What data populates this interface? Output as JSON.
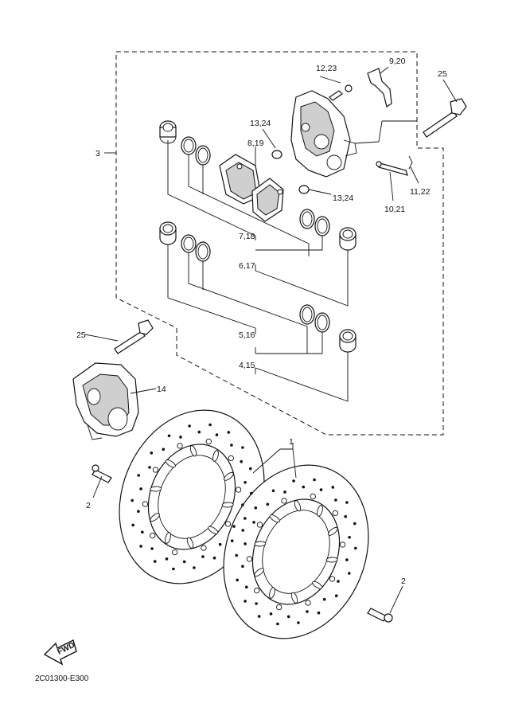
{
  "callouts": {
    "p1": "1",
    "p2a": "2",
    "p2b": "2",
    "p3": "3",
    "p4_15": "4,15",
    "p5_16": "5,16",
    "p6_17": "6,17",
    "p7_18": "7,18",
    "p8_19": "8,19",
    "p9_20": "9,20",
    "p10_21": "10,21",
    "p11_22": "11,22",
    "p12_23": "12,23",
    "p13_24a": "13,24",
    "p13_24b": "13,24",
    "p14": "14",
    "p25a": "25",
    "p25b": "25"
  },
  "fwd_label": "FWD",
  "drawing_code": "2C01300-E300"
}
